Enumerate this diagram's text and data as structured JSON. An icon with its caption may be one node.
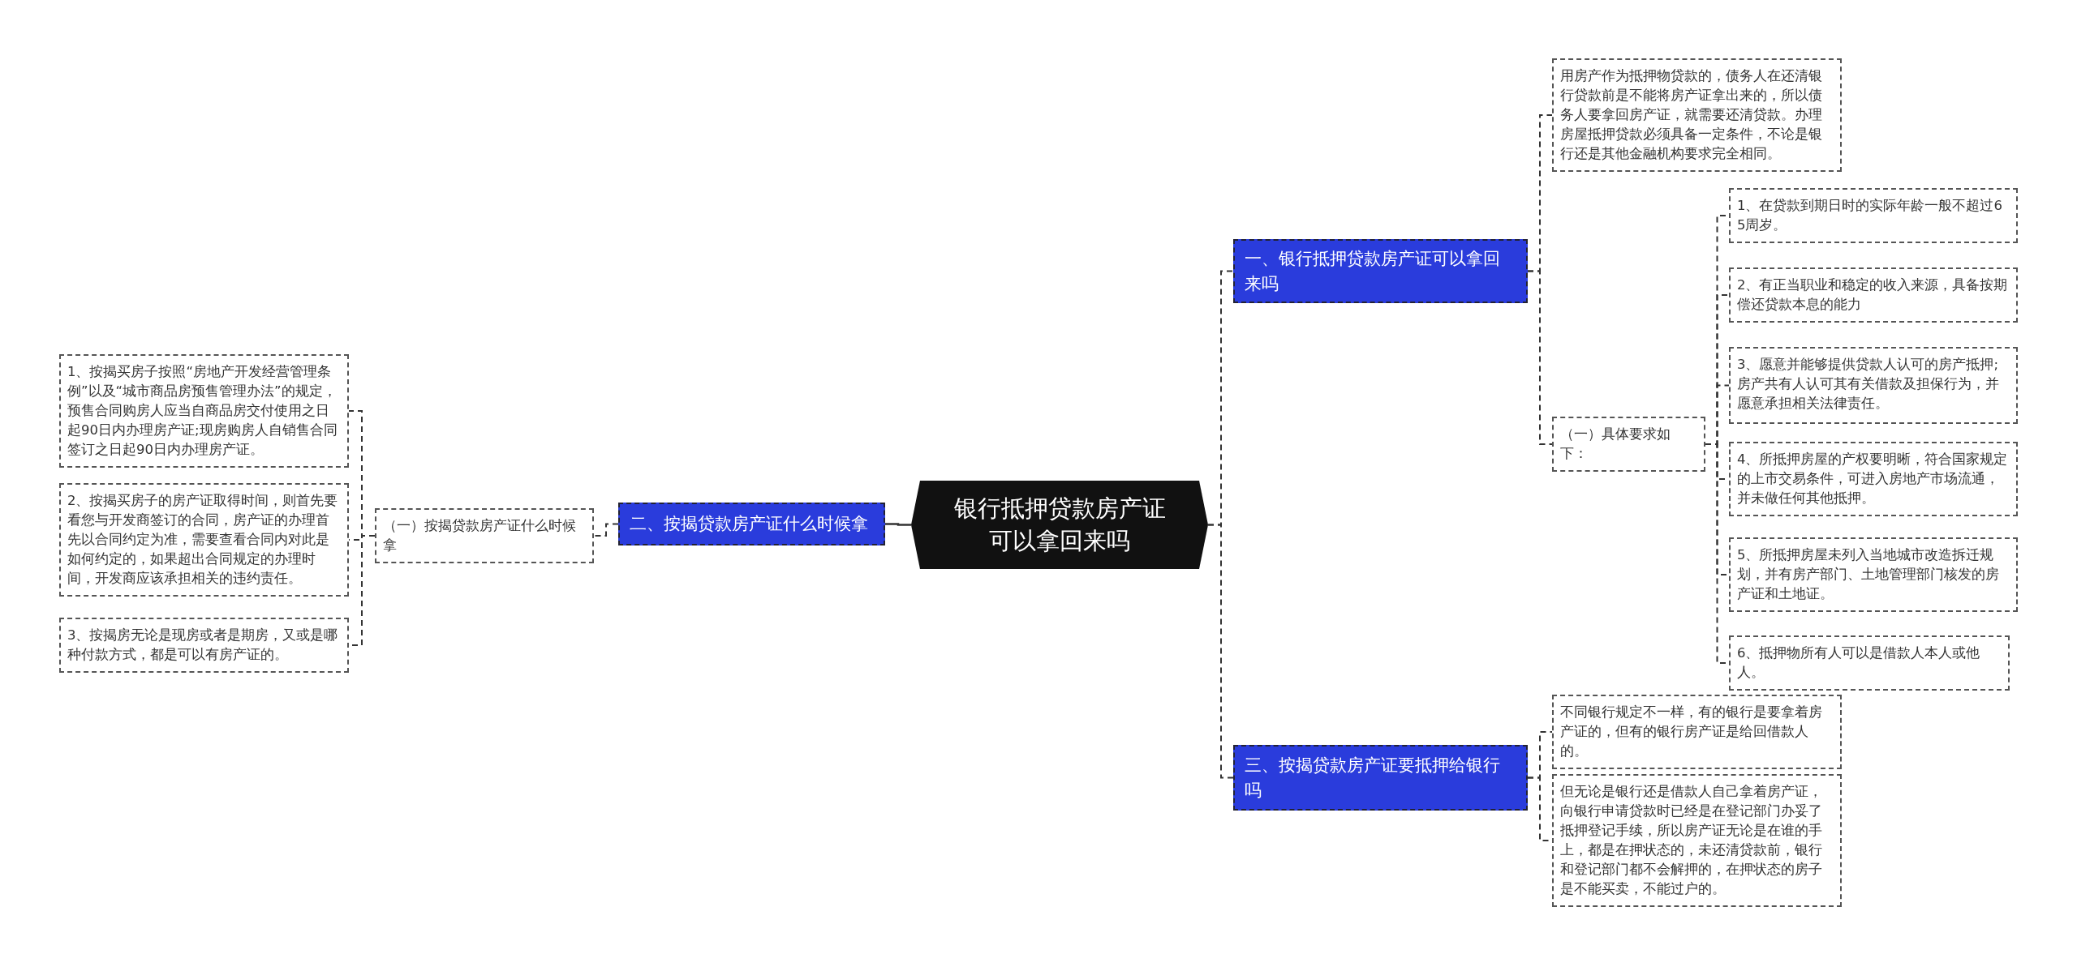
{
  "diagram": {
    "nodes": [
      {
        "text": [
          "银行抵押贷款房产证可以拿回来吗"
        ]
      },
      {
        "text": [
          "一、银行抵押贷款房产证可以拿回来吗"
        ]
      },
      {
        "text": [
          "用房产作为抵押物贷款的，债务人在还清银行贷款前是不能将房产证拿出来的，所以债务人要拿回房产证，就需要还清贷款。办理房屋抵押贷款必须具备一定条件，不论是银行还是其他金融机构要求完全相同。"
        ]
      },
      {
        "text": [
          "（一）具体要求如下："
        ]
      },
      {
        "text": [
          "1、在贷款到期日时的实际年龄一般不超过65周岁。"
        ]
      },
      {
        "text": [
          "2、有正当职业和稳定的收入来源，具备按期偿还贷款本息的能力"
        ]
      },
      {
        "text": [
          "3、愿意并能够提供贷款人认可的房产抵押;房产共有人认可其有关借款及担保行为，并愿意承担相关法律责任。"
        ]
      },
      {
        "text": [
          "4、所抵押房屋的产权要明晰，符合国家规定的上市交易条件，可进入房地产市场流通，并未做任何其他抵押。"
        ]
      },
      {
        "text": [
          "5、所抵押房屋未列入当地城市改造拆迁规划，并有房产部门、土地管理部门核发的房产证和土地证。"
        ]
      },
      {
        "text": [
          "6、抵押物所有人可以是借款人本人或他人。"
        ]
      },
      {
        "text": [
          "三、按揭贷款房产证要抵押给银行吗"
        ]
      },
      {
        "text": [
          "不同银行规定不一样，有的银行是要拿着房产证的，但有的银行房产证是给回借款人的。"
        ]
      },
      {
        "text": [
          "但无论是银行还是借款人自己拿着房产证，向银行申请贷款时已经是在登记部门办妥了抵押登记手续，所以房产证无论是在谁的手上，都是在押状态的，未还清贷款前，银行和登记部门都不会解押的，在押状态的房子是不能买卖，不能过户的。"
        ]
      },
      {
        "text": [
          "二、按揭贷款房产证什么时候拿"
        ]
      },
      {
        "text": [
          "（一）按揭贷款房产证什么时候拿"
        ]
      },
      {
        "text": [
          "1、按揭买房子按照“房地产开发经营管理条例”以及“城市商品房预售管理办法”的规定，预售合同购房人应当自商品房交付使用之日起90日内办理房产证;现房购房人自销售合同签订之日起90日内办理房产证。"
        ]
      },
      {
        "text": [
          "2、按揭买房子的房产证取得时间，则首先要看您与开发商签订的合同，房产证的办理首先以合同约定为准，需要查看合同内对此是如何约定的，如果超出合同规定的办理时间，开发商应该承担相关的违约责任。"
        ]
      },
      {
        "text": [
          "3、按揭房无论是现房或者是期房，又或是哪种付款方式，都是可以有房产证的。"
        ]
      }
    ],
    "edges": [
      {
        "from": 0,
        "to": 1,
        "arrow": "none",
        "style": "dashed"
      },
      {
        "from": 0,
        "to": 10,
        "arrow": "none",
        "style": "dashed"
      },
      {
        "from": 1,
        "to": 2,
        "arrow": "none",
        "style": "dashed"
      },
      {
        "from": 1,
        "to": 3,
        "arrow": "none",
        "style": "dashed"
      },
      {
        "from": 3,
        "to": 4,
        "arrow": "none",
        "style": "dashed"
      },
      {
        "from": 3,
        "to": 5,
        "arrow": "none",
        "style": "dashed"
      },
      {
        "from": 3,
        "to": 6,
        "arrow": "none",
        "style": "dashed"
      },
      {
        "from": 3,
        "to": 7,
        "arrow": "none",
        "style": "dashed"
      },
      {
        "from": 3,
        "to": 8,
        "arrow": "none",
        "style": "dashed"
      },
      {
        "from": 3,
        "to": 9,
        "arrow": "none",
        "style": "dashed"
      },
      {
        "from": 10,
        "to": 11,
        "arrow": "none",
        "style": "dashed"
      },
      {
        "from": 10,
        "to": 12,
        "arrow": "none",
        "style": "dashed"
      },
      {
        "from": 0,
        "to": 13,
        "arrow": "none"
      },
      {
        "from": 13,
        "to": 14,
        "arrow": "none",
        "style": "dashed"
      },
      {
        "from": 14,
        "to": 15,
        "arrow": "none",
        "style": "dashed"
      },
      {
        "from": 14,
        "to": 16,
        "arrow": "none",
        "style": "dashed"
      },
      {
        "from": 14,
        "to": 17,
        "arrow": "none",
        "style": "dashed"
      }
    ]
  }
}
